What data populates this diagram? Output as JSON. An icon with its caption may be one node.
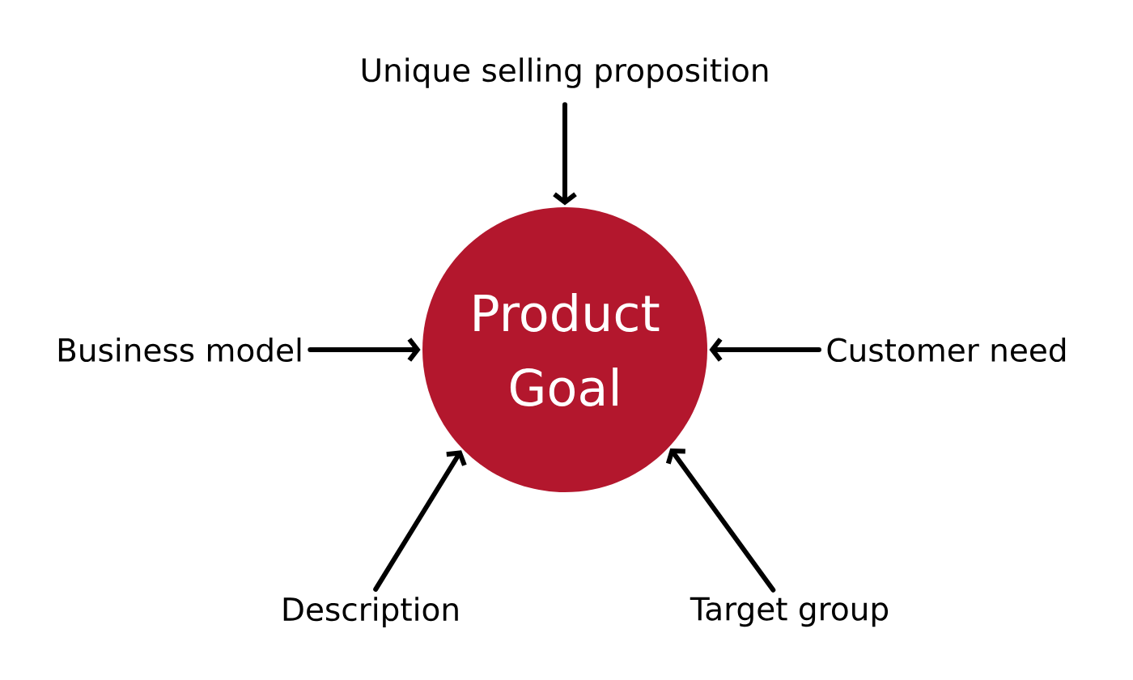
{
  "diagram": {
    "nodes": [
      {
        "text": [
          "Product Goal"
        ]
      },
      {
        "text": [
          "Unique selling proposition"
        ]
      },
      {
        "text": [
          "Business model"
        ]
      },
      {
        "text": [
          "Customer need"
        ]
      },
      {
        "text": [
          "Description"
        ]
      },
      {
        "text": [
          "Target group"
        ]
      }
    ],
    "edges": [
      {
        "from": 1,
        "to": 0,
        "arrow": "to"
      },
      {
        "from": 2,
        "to": 0,
        "arrow": "to"
      },
      {
        "from": 3,
        "to": 0,
        "arrow": "to"
      },
      {
        "from": 4,
        "to": 0,
        "arrow": "to"
      },
      {
        "from": 5,
        "to": 0,
        "arrow": "to"
      }
    ]
  }
}
